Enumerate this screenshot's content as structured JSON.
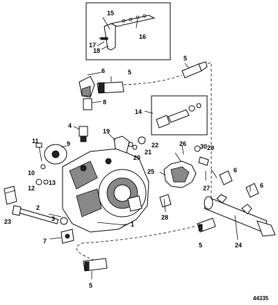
{
  "figure_number": "44335",
  "callouts": {
    "c1": "1",
    "c2": "2",
    "c3": "3",
    "c4": "4",
    "c5a": "5",
    "c5b": "5",
    "c5c": "5",
    "c5d": "5",
    "c6a": "6",
    "c6b": "6",
    "c6c": "6",
    "c7": "7",
    "c8": "8",
    "c9": "9",
    "c10": "10",
    "c11": "11",
    "c12": "12",
    "c13": "13",
    "c14": "14",
    "c15": "15",
    "c16": "16",
    "c17": "17",
    "c18": "18",
    "c19": "19",
    "c20": "20",
    "c21": "21",
    "c22": "22",
    "c23": "23",
    "c24": "24",
    "c25": "25",
    "c26": "26",
    "c27": "27",
    "c28": "28",
    "c29": "29",
    "c30": "30"
  }
}
